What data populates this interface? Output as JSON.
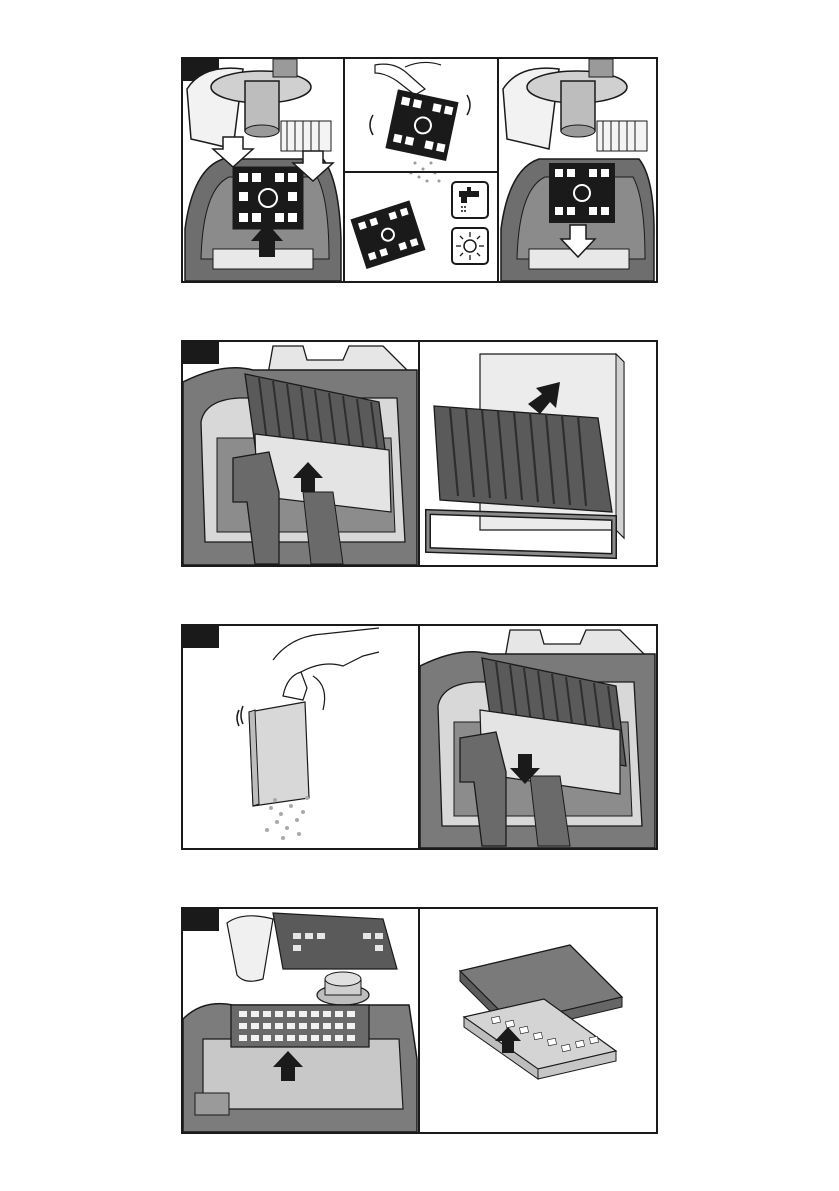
{
  "figures": [
    {
      "id": "fig-1",
      "panels": [
        "insert-grille-filter",
        "tap-and-wash-grille",
        "grille-filter-dry",
        "reinsert-grille-filter"
      ],
      "icons": [
        "tap-icon",
        "sun-icon"
      ]
    },
    {
      "id": "fig-2",
      "panels": [
        "lift-foam-filter",
        "remove-foam-from-frame"
      ]
    },
    {
      "id": "fig-3",
      "panels": [
        "tap-out-foam-filter",
        "reinsert-foam-filter"
      ]
    },
    {
      "id": "fig-4",
      "panels": [
        "remove-hepa-filter",
        "hepa-filter-assembly"
      ]
    }
  ],
  "colors": {
    "ink": "#1a1a1a",
    "mid": "#6e6e6e",
    "light": "#c9c9c9",
    "paper": "#ffffff",
    "foam": "#e4e4e4"
  }
}
